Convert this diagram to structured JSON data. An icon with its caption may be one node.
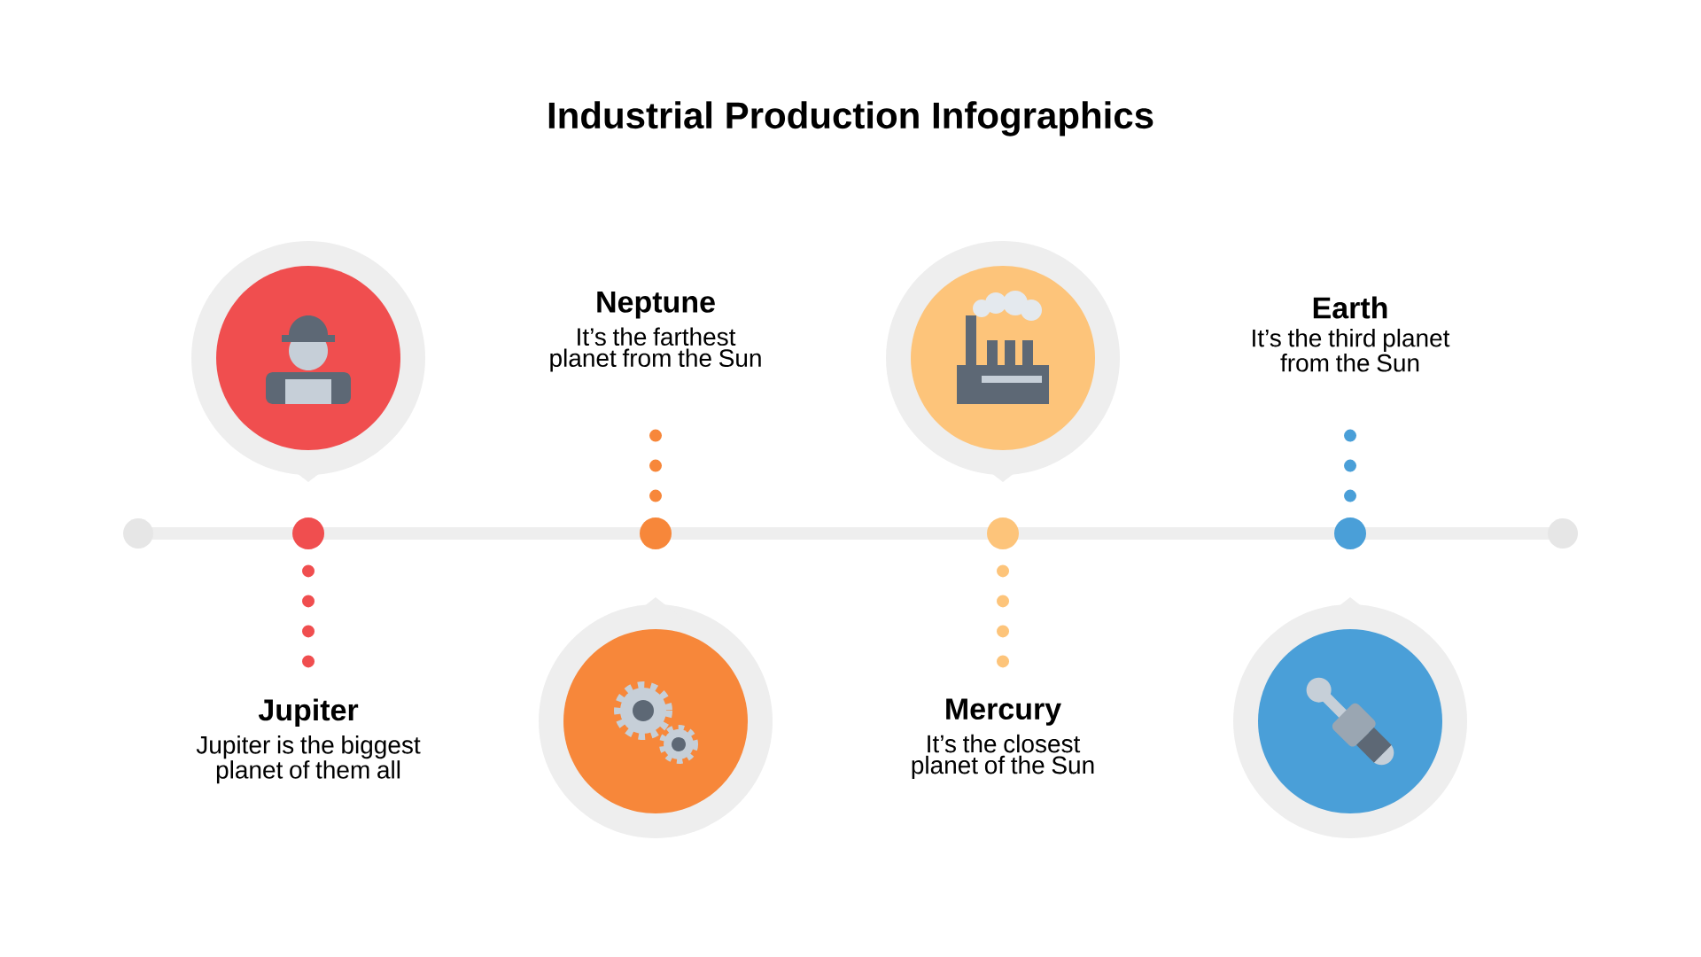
{
  "diagram": {
    "title": "Industrial Production Infographics",
    "nodes": [
      {
        "text": [],
        "shape": "circle"
      },
      {
        "text": [],
        "shape": "circle"
      },
      {
        "text": [
          "Jupiter",
          "Jupiter is the biggest planet of them all"
        ]
      },
      {
        "text": [
          "Neptune",
          "It’s the farthest planet from the Sun"
        ]
      },
      {
        "text": [],
        "shape": "circle"
      },
      {
        "text": [],
        "shape": "circle"
      },
      {
        "text": [],
        "shape": "circle"
      },
      {
        "text": [],
        "shape": "circle"
      },
      {
        "text": [
          "Mercury",
          "It’s the closest planet of the Sun"
        ]
      },
      {
        "text": [
          "Earth",
          "It’s the third planet from the Sun"
        ]
      },
      {
        "text": [],
        "shape": "circle"
      },
      {
        "text": [],
        "shape": "circle"
      }
    ],
    "edges": [
      {
        "from": 1,
        "to": 2,
        "arrow": "none",
        "style": "dashed",
        "color": "#f04e4f"
      },
      {
        "from": 4,
        "to": 3,
        "arrow": "none",
        "style": "dashed",
        "color": "#f7873a"
      },
      {
        "from": 7,
        "to": 8,
        "arrow": "none",
        "style": "dashed",
        "color": "#fdc47a"
      },
      {
        "from": 10,
        "to": 9,
        "arrow": "none",
        "style": "dashed",
        "color": "#4a9fd8"
      }
    ]
  }
}
